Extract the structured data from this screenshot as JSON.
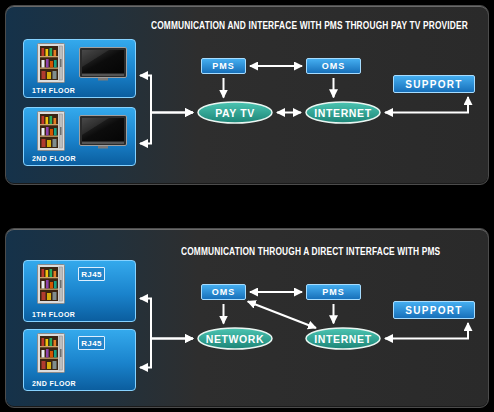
{
  "diagram": {
    "nodes": [
      {
        "text": [
          "COMMUNICATION AND INTERFACE WITH PMS THROUGH PAY TV PROVIDER"
        ]
      },
      {
        "text": [
          "1TH FLOOR"
        ],
        "in": 0
      },
      {
        "text": [
          "PMS"
        ],
        "in": 0
      },
      {
        "text": [
          "OMS"
        ],
        "in": 0
      },
      {
        "text": [
          "SUPPORT"
        ],
        "in": 0
      },
      {
        "text": [
          "PAY TV"
        ],
        "in": 0
      },
      {
        "text": [
          "INTERNET"
        ],
        "in": 0
      },
      {
        "text": [
          "2ND FLOOR"
        ],
        "in": 0
      },
      {
        "text": [
          "COMMUNICATION THROUGH A DIRECT INTERFACE WITH PMS"
        ]
      },
      {
        "text": [
          "1TH FLOOR"
        ],
        "in": 8
      },
      {
        "text": [
          "RJ45"
        ],
        "in": 9
      },
      {
        "text": [
          "OMS"
        ],
        "in": 8
      },
      {
        "text": [
          "PMS"
        ],
        "in": 8
      },
      {
        "text": [
          "SUPPORT"
        ],
        "in": 8
      },
      {
        "text": [
          "NETWORK"
        ],
        "in": 8
      },
      {
        "text": [
          "INTERNET"
        ],
        "in": 8
      },
      {
        "text": [
          "2ND FLOOR"
        ],
        "in": 8
      },
      {
        "text": [
          "RJ45"
        ],
        "in": 16
      }
    ],
    "edges": [
      {
        "from": 2,
        "to": 3,
        "arrow": "both"
      },
      {
        "from": 2,
        "to": 5,
        "arrow": "to"
      },
      {
        "from": 3,
        "to": 6,
        "arrow": "to"
      },
      {
        "from": 5,
        "to": 6,
        "arrow": "both"
      },
      {
        "from": 6,
        "to": 4,
        "arrow": "both"
      },
      {
        "from": 5,
        "to": 1,
        "arrow": "both"
      },
      {
        "from": 5,
        "to": 7,
        "arrow": "both"
      },
      {
        "from": 11,
        "to": 12,
        "arrow": "both"
      },
      {
        "from": 11,
        "to": 14,
        "arrow": "to"
      },
      {
        "from": 11,
        "to": 15,
        "arrow": "both"
      },
      {
        "from": 12,
        "to": 15,
        "arrow": "to"
      },
      {
        "from": 15,
        "to": 13,
        "arrow": "both"
      },
      {
        "from": 14,
        "to": 9,
        "arrow": "both"
      },
      {
        "from": 14,
        "to": 16,
        "arrow": "both"
      }
    ]
  }
}
